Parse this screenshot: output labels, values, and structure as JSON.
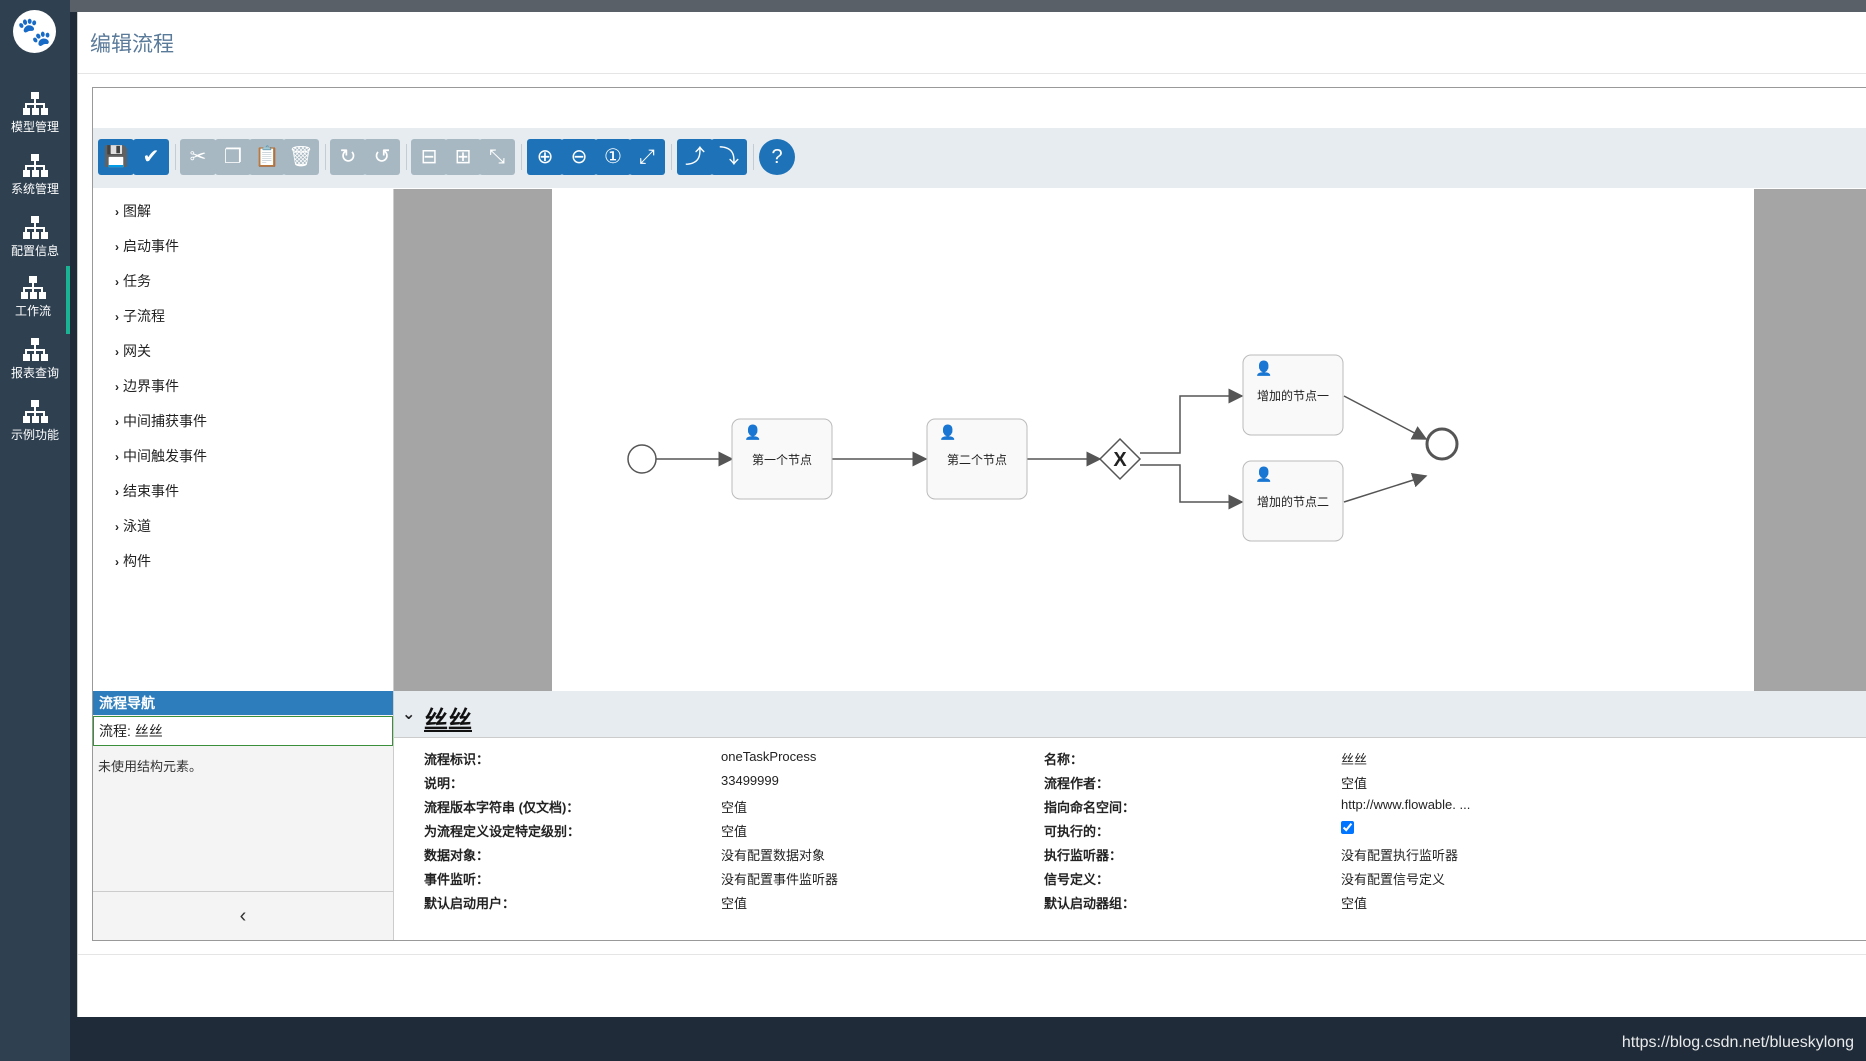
{
  "sidebar": {
    "logo_icon": "paw-icon",
    "items": [
      {
        "label": "模型管理",
        "icon": "sitemap-icon"
      },
      {
        "label": "系统管理",
        "icon": "sitemap-icon"
      },
      {
        "label": "配置信息",
        "icon": "sitemap-icon"
      },
      {
        "label": "工作流",
        "icon": "sitemap-icon"
      },
      {
        "label": "报表查询",
        "icon": "sitemap-icon"
      },
      {
        "label": "示例功能",
        "icon": "sitemap-icon"
      }
    ],
    "active_index": 3
  },
  "modal": {
    "title": "编辑流程"
  },
  "toolbar": {
    "buttons": [
      {
        "name": "save-button",
        "icon": "save-icon"
      },
      {
        "name": "validate-button",
        "icon": "check-icon"
      },
      {
        "name": "cut-button",
        "icon": "scissors-icon"
      },
      {
        "name": "copy-button",
        "icon": "copy-icon"
      },
      {
        "name": "paste-button",
        "icon": "paste-icon"
      },
      {
        "name": "delete-button",
        "icon": "trash-icon"
      },
      {
        "name": "redo-button",
        "icon": "redo-icon"
      },
      {
        "name": "undo-button",
        "icon": "undo-icon"
      },
      {
        "name": "align-horizontal-button",
        "icon": "align-horizontal-icon"
      },
      {
        "name": "align-vertical-button",
        "icon": "align-vertical-icon"
      },
      {
        "name": "same-size-button",
        "icon": "same-size-icon"
      },
      {
        "name": "zoom-in-button",
        "icon": "zoom-in-icon"
      },
      {
        "name": "zoom-out-button",
        "icon": "zoom-out-icon"
      },
      {
        "name": "zoom-actual-button",
        "icon": "zoom-actual-icon"
      },
      {
        "name": "zoom-fit-button",
        "icon": "zoom-fit-icon"
      },
      {
        "name": "add-bendpoint-button",
        "icon": "add-bendpoint-icon"
      },
      {
        "name": "remove-bendpoint-button",
        "icon": "remove-bendpoint-icon"
      },
      {
        "name": "help-button",
        "icon": "help-icon"
      }
    ]
  },
  "palette": {
    "items": [
      "图解",
      "启动事件",
      "任务",
      "子流程",
      "网关",
      "边界事件",
      "中间捕获事件",
      "中间触发事件",
      "结束事件",
      "泳道",
      "构件"
    ]
  },
  "diagram": {
    "tasks": [
      "第一个节点",
      "第二个节点",
      "增加的节点一",
      "增加的节点二"
    ],
    "gateway_label": "X"
  },
  "navigator": {
    "header": "流程导航",
    "process": "流程: 丝丝",
    "note": "未使用结构元素。",
    "collapse_icon": "chevron-left-icon"
  },
  "properties": {
    "title": "丝丝",
    "left": [
      {
        "label": "流程标识：",
        "value": "oneTaskProcess"
      },
      {
        "label": "说明：",
        "value": "33499999"
      },
      {
        "label": "流程版本字符串 (仅文档)：",
        "value": "空值"
      },
      {
        "label": "为流程定义设定特定级别：",
        "value": "空值"
      },
      {
        "label": "数据对象：",
        "value": "没有配置数据对象"
      },
      {
        "label": "事件监听：",
        "value": "没有配置事件监听器"
      },
      {
        "label": "默认启动用户：",
        "value": "空值"
      }
    ],
    "right": [
      {
        "label": "名称：",
        "value": "丝丝"
      },
      {
        "label": "流程作者：",
        "value": "空值"
      },
      {
        "label": "指向命名空间：",
        "value": "http://www.flowable. ..."
      },
      {
        "label": "可执行的：",
        "value": ""
      },
      {
        "label": "执行监听器：",
        "value": "没有配置执行监听器"
      },
      {
        "label": "信号定义：",
        "value": "没有配置信号定义"
      },
      {
        "label": "默认启动器组：",
        "value": "空值"
      }
    ]
  },
  "watermark": "https://blog.csdn.net/blueskylong",
  "colors": {
    "sidebar": "#2f4050",
    "active": "#1ab394",
    "primary": "#1e73b8",
    "nav_header": "#2d7dbd"
  }
}
